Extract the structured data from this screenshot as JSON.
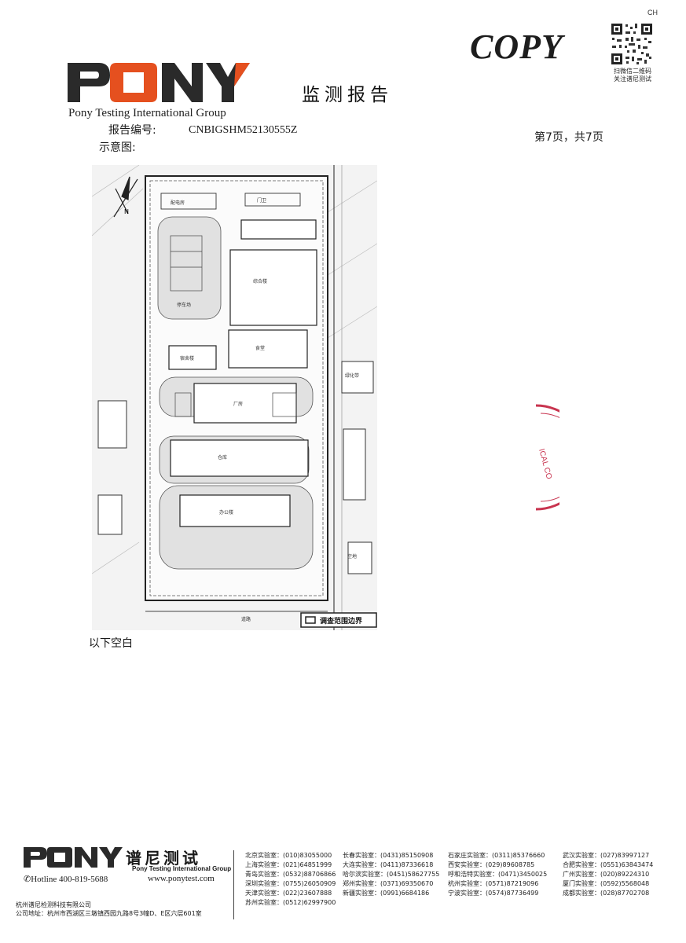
{
  "header": {
    "corner_mark": "CH",
    "copy_mark": "COPY",
    "qr_caption": [
      "扫微信二维码",
      "关注谱尼测试"
    ],
    "logo_text": "PONY",
    "logo_subtitle": "Pony Testing International Group",
    "title": "监测报告"
  },
  "report": {
    "number_label": "报告编号:",
    "number": "CNBIGSHM52130555Z",
    "page_info": "第7页，共7页",
    "diagram_label": "示意图:",
    "blank_note": "以下空白"
  },
  "map": {
    "legend": "调查范围边界",
    "north_label": "N",
    "labels": [
      "综合楼",
      "宿舍楼",
      "食堂",
      "门卫",
      "配电房",
      "仓库",
      "办公楼",
      "停车场",
      "厂房",
      "道路",
      "绿化带",
      "空地"
    ]
  },
  "stamp_text": "ICAL CO",
  "footer": {
    "logo_text": "PONY",
    "brand_cn": "谱尼测试",
    "brand_en": "Pony Testing International Group",
    "hotline": "Hotline 400-819-5688",
    "website": "www.ponytest.com",
    "company_name": "杭州谱尼检测科技有限公司",
    "company_address": "公司地址：杭州市西湖区三墩镇西园九路8号3幢D、E区六层601室",
    "labs": [
      [
        "北京实验室：(010)83055000",
        "上海实验室：(021)64851999",
        "青岛实验室：(0532)88706866",
        "深圳实验室：(0755)26050909",
        "天津实验室：(022)23607888",
        "苏州实验室：(0512)62997900"
      ],
      [
        "长春实验室：(0431)85150908",
        "大连实验室：(0411)87336618",
        "哈尔滨实验室：(0451)58627755",
        "郑州实验室：(0371)69350670",
        "新疆实验室：(0991)6684186"
      ],
      [
        "石家庄实验室：(0311)85376660",
        "西安实验室：(029)89608785",
        "呼和浩特实验室：(0471)3450025",
        "杭州实验室：(0571)87219096",
        "宁波实验室：(0574)87736499"
      ],
      [
        "武汉实验室：(027)83997127",
        "合肥实验室：(0551)63843474",
        "广州实验室：(020)89224310",
        "厦门实验室：(0592)5568048",
        "成都实验室：(028)87702708"
      ]
    ]
  }
}
